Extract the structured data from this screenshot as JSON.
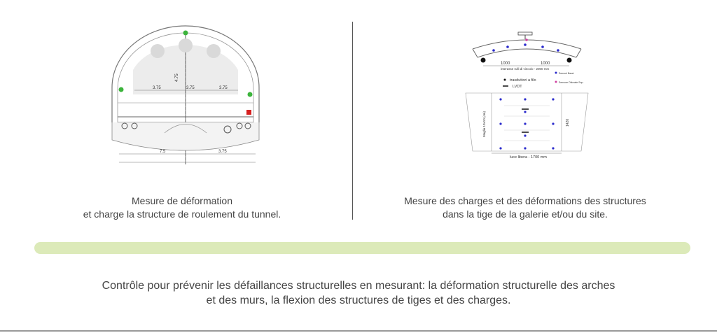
{
  "captions": {
    "left": [
      "Mesure de déformation",
      "et charge la structure de roulement du tunnel."
    ],
    "right": [
      "Mesure des charges et des déformations des structures",
      "dans la tige de la galerie et/ou du site."
    ]
  },
  "summary": [
    "Contrôle pour prévenir les défaillances structurelles en mesurant: la déformation structurelle des arches",
    "et des murs, la flexion des structures de tiges et des charges."
  ],
  "tunnel": {
    "lane_widths": [
      "3.75",
      "3.75",
      "3.75"
    ],
    "height_label": "4.75",
    "bottom_dims": [
      "7.5",
      "3.75"
    ]
  },
  "gallery": {
    "dims": [
      "1000",
      "1000"
    ],
    "interasse": "interasse rulli di vincolo - 2000 mm",
    "legend": [
      "trasduttori a filo",
      "LVDT"
    ],
    "side_legend": [
      "Sensori Bassi",
      "Sensore Ottonale Sup."
    ],
    "maglia": "Maglia 10x10 (cm)",
    "right_dim": "1420",
    "luce": "luce libera - 1700 mm"
  },
  "colors": {
    "accent_green": "#dceab9",
    "sensor_green": "#3cb43c",
    "sensor_blue": "#2a2acc",
    "sensor_red": "#d62020"
  }
}
